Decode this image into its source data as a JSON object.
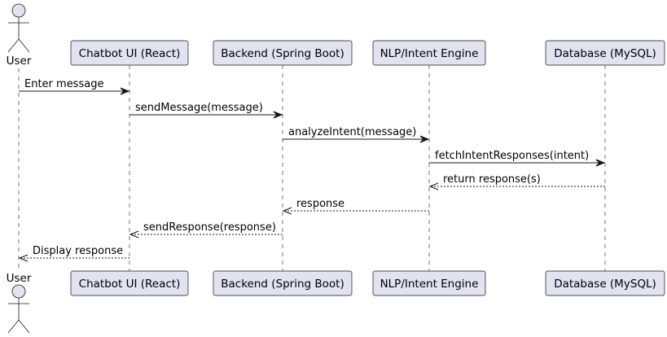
{
  "diagram": {
    "type": "sequence",
    "participants": [
      {
        "id": "user",
        "label": "User",
        "kind": "actor"
      },
      {
        "id": "ui",
        "label": "Chatbot UI (React)",
        "kind": "participant"
      },
      {
        "id": "backend",
        "label": "Backend (Spring Boot)",
        "kind": "participant"
      },
      {
        "id": "nlp",
        "label": "NLP/Intent Engine",
        "kind": "participant"
      },
      {
        "id": "db",
        "label": "Database (MySQL)",
        "kind": "participant"
      }
    ],
    "messages": [
      {
        "from": "user",
        "to": "ui",
        "label": "Enter message",
        "style": "solid"
      },
      {
        "from": "ui",
        "to": "backend",
        "label": "sendMessage(message)",
        "style": "solid"
      },
      {
        "from": "backend",
        "to": "nlp",
        "label": "analyzeIntent(message)",
        "style": "solid"
      },
      {
        "from": "nlp",
        "to": "db",
        "label": "fetchIntentResponses(intent)",
        "style": "solid"
      },
      {
        "from": "db",
        "to": "nlp",
        "label": "return response(s)",
        "style": "dashed"
      },
      {
        "from": "nlp",
        "to": "backend",
        "label": "response",
        "style": "dashed"
      },
      {
        "from": "backend",
        "to": "ui",
        "label": "sendResponse(response)",
        "style": "dashed"
      },
      {
        "from": "ui",
        "to": "user",
        "label": "Display response",
        "style": "dashed"
      }
    ]
  }
}
